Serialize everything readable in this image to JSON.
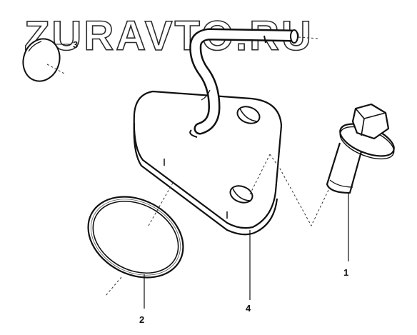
{
  "watermark": {
    "text": "ZURAVTO.RU"
  },
  "callouts": [
    {
      "id": "1",
      "label": "1"
    },
    {
      "id": "2",
      "label": "2"
    },
    {
      "id": "3",
      "label": "3"
    },
    {
      "id": "4",
      "label": "4"
    }
  ]
}
